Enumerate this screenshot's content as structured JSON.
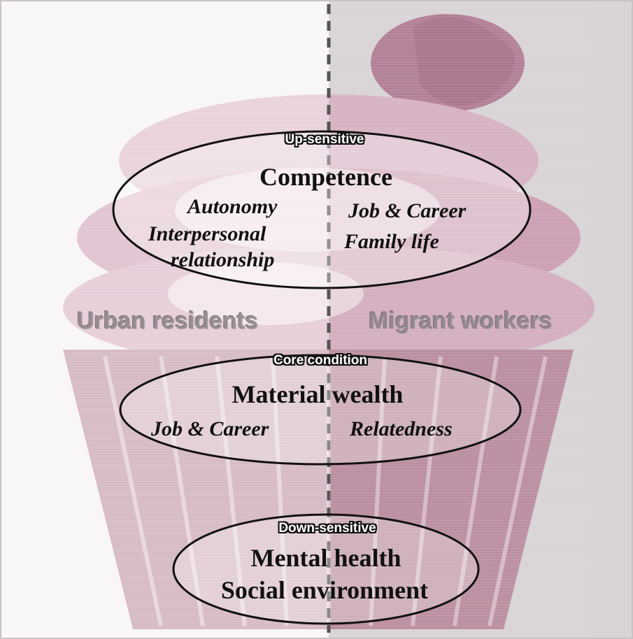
{
  "group_labels": {
    "left": "Urban residents",
    "right": "Migrant workers"
  },
  "sections": {
    "up": {
      "tag": "Up-sensitive",
      "main": "Competence",
      "left_items": [
        "Autonomy",
        "Interpersonal",
        "relationship"
      ],
      "right_items": [
        "Job & Career",
        "Family life"
      ]
    },
    "core": {
      "tag": "Core condition",
      "main": "Material wealth",
      "left_item": "Job & Career",
      "right_item": "Relatedness"
    },
    "down": {
      "tag": "Down-sensitive",
      "line1": "Mental health",
      "line2": "Social environment"
    }
  },
  "colors": {
    "background_left": "#f4f1f2",
    "background_right": "#d9d4d6",
    "cupcake": "#b57a93",
    "divider": "#555555",
    "ellipse_stroke": "#111111"
  }
}
